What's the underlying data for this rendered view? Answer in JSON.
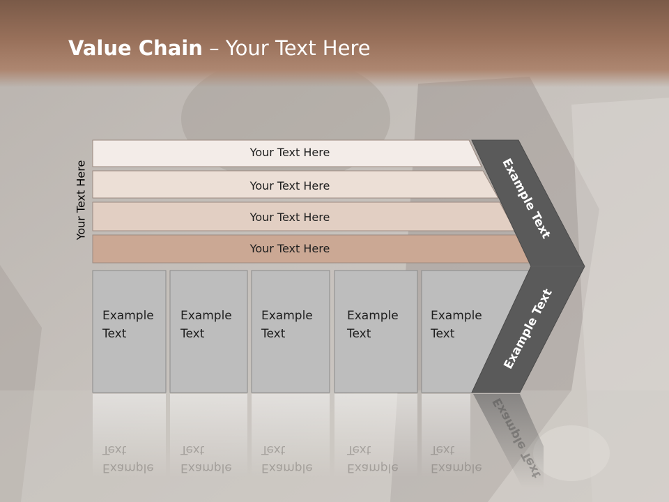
{
  "slide": {
    "title_bold": "Value Chain",
    "title_rest": " – Your Text Here",
    "side_label": "Your Text Here"
  },
  "rows": [
    {
      "label": "Your Text Here",
      "color": "#f3ece8"
    },
    {
      "label": "Your Text Here",
      "color": "#ecdfd6"
    },
    {
      "label": "Your Text Here",
      "color": "#e2cfc3"
    },
    {
      "label": "Your Text Here",
      "color": "#cba894"
    }
  ],
  "columns": [
    {
      "line1": "Example",
      "line2": "Text"
    },
    {
      "line1": "Example",
      "line2": "Text"
    },
    {
      "line1": "Example",
      "line2": "Text"
    },
    {
      "line1": "Example",
      "line2": "Text"
    },
    {
      "line1": "Example",
      "line2": "Text"
    }
  ],
  "chevron": {
    "top_label": "Example Text",
    "bottom_label": "Example Text",
    "color": "#5a5a5a"
  },
  "colors": {
    "column_fill": "#bdbdbd",
    "column_stroke": "#8a8a8a",
    "row_stroke": "#9c8a80"
  }
}
